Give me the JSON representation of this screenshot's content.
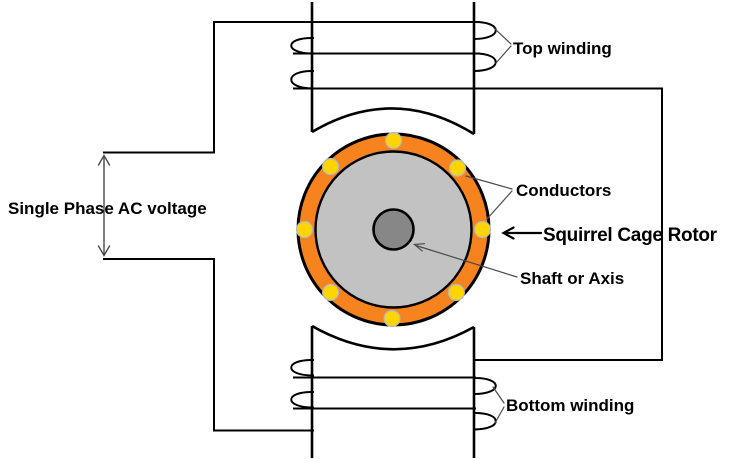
{
  "labels": {
    "top_winding": "Top winding",
    "single_phase_ac_voltage": "Single Phase AC voltage",
    "conductors": "Conductors",
    "squirrel_cage_rotor": "Squirrel Cage Rotor",
    "shaft_or_axis": "Shaft or Axis",
    "bottom_winding": "Bottom winding"
  },
  "colors": {
    "wire": "#000000",
    "rotor_ring": "#F6831D",
    "rotor_conductor": "#FFD400",
    "conductor_outline": "#AEB8C8",
    "rotor_body": "#C2C2C2",
    "rotor_shaft": "#878787",
    "annotation": "#4A4A4A",
    "background": "#FFFFFF"
  },
  "rotor": {
    "conductor_count": 8
  }
}
